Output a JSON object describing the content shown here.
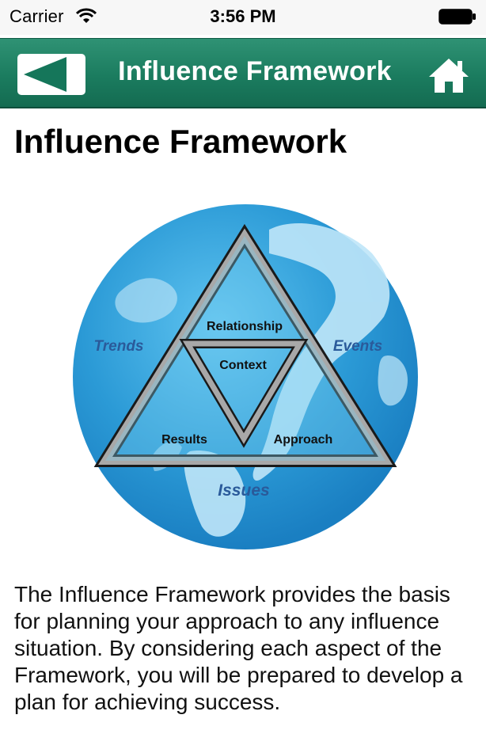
{
  "status_bar": {
    "carrier": "Carrier",
    "time": "3:56 PM",
    "icons": [
      "wifi-icon",
      "battery-icon"
    ]
  },
  "nav_bar": {
    "title": "Influence Framework",
    "back_icon": "back-arrow-icon",
    "home_icon": "home-icon",
    "color": "#1b7c5f"
  },
  "page": {
    "title": "Influence Framework"
  },
  "diagram": {
    "outer_labels": {
      "left": "Trends",
      "right": "Events",
      "bottom": "Issues"
    },
    "inner_labels": {
      "top": "Relationship",
      "center": "Context",
      "bottom_left": "Results",
      "bottom_right": "Approach"
    },
    "globe_color": "#2b9ad6",
    "outer_label_color": "#2a5a9a"
  },
  "body": {
    "paragraph": "The Influence Framework provides the basis for planning your approach to any influence situation. By considering each aspect of the Framework, you will be prepared to develop a plan for achieving success."
  }
}
